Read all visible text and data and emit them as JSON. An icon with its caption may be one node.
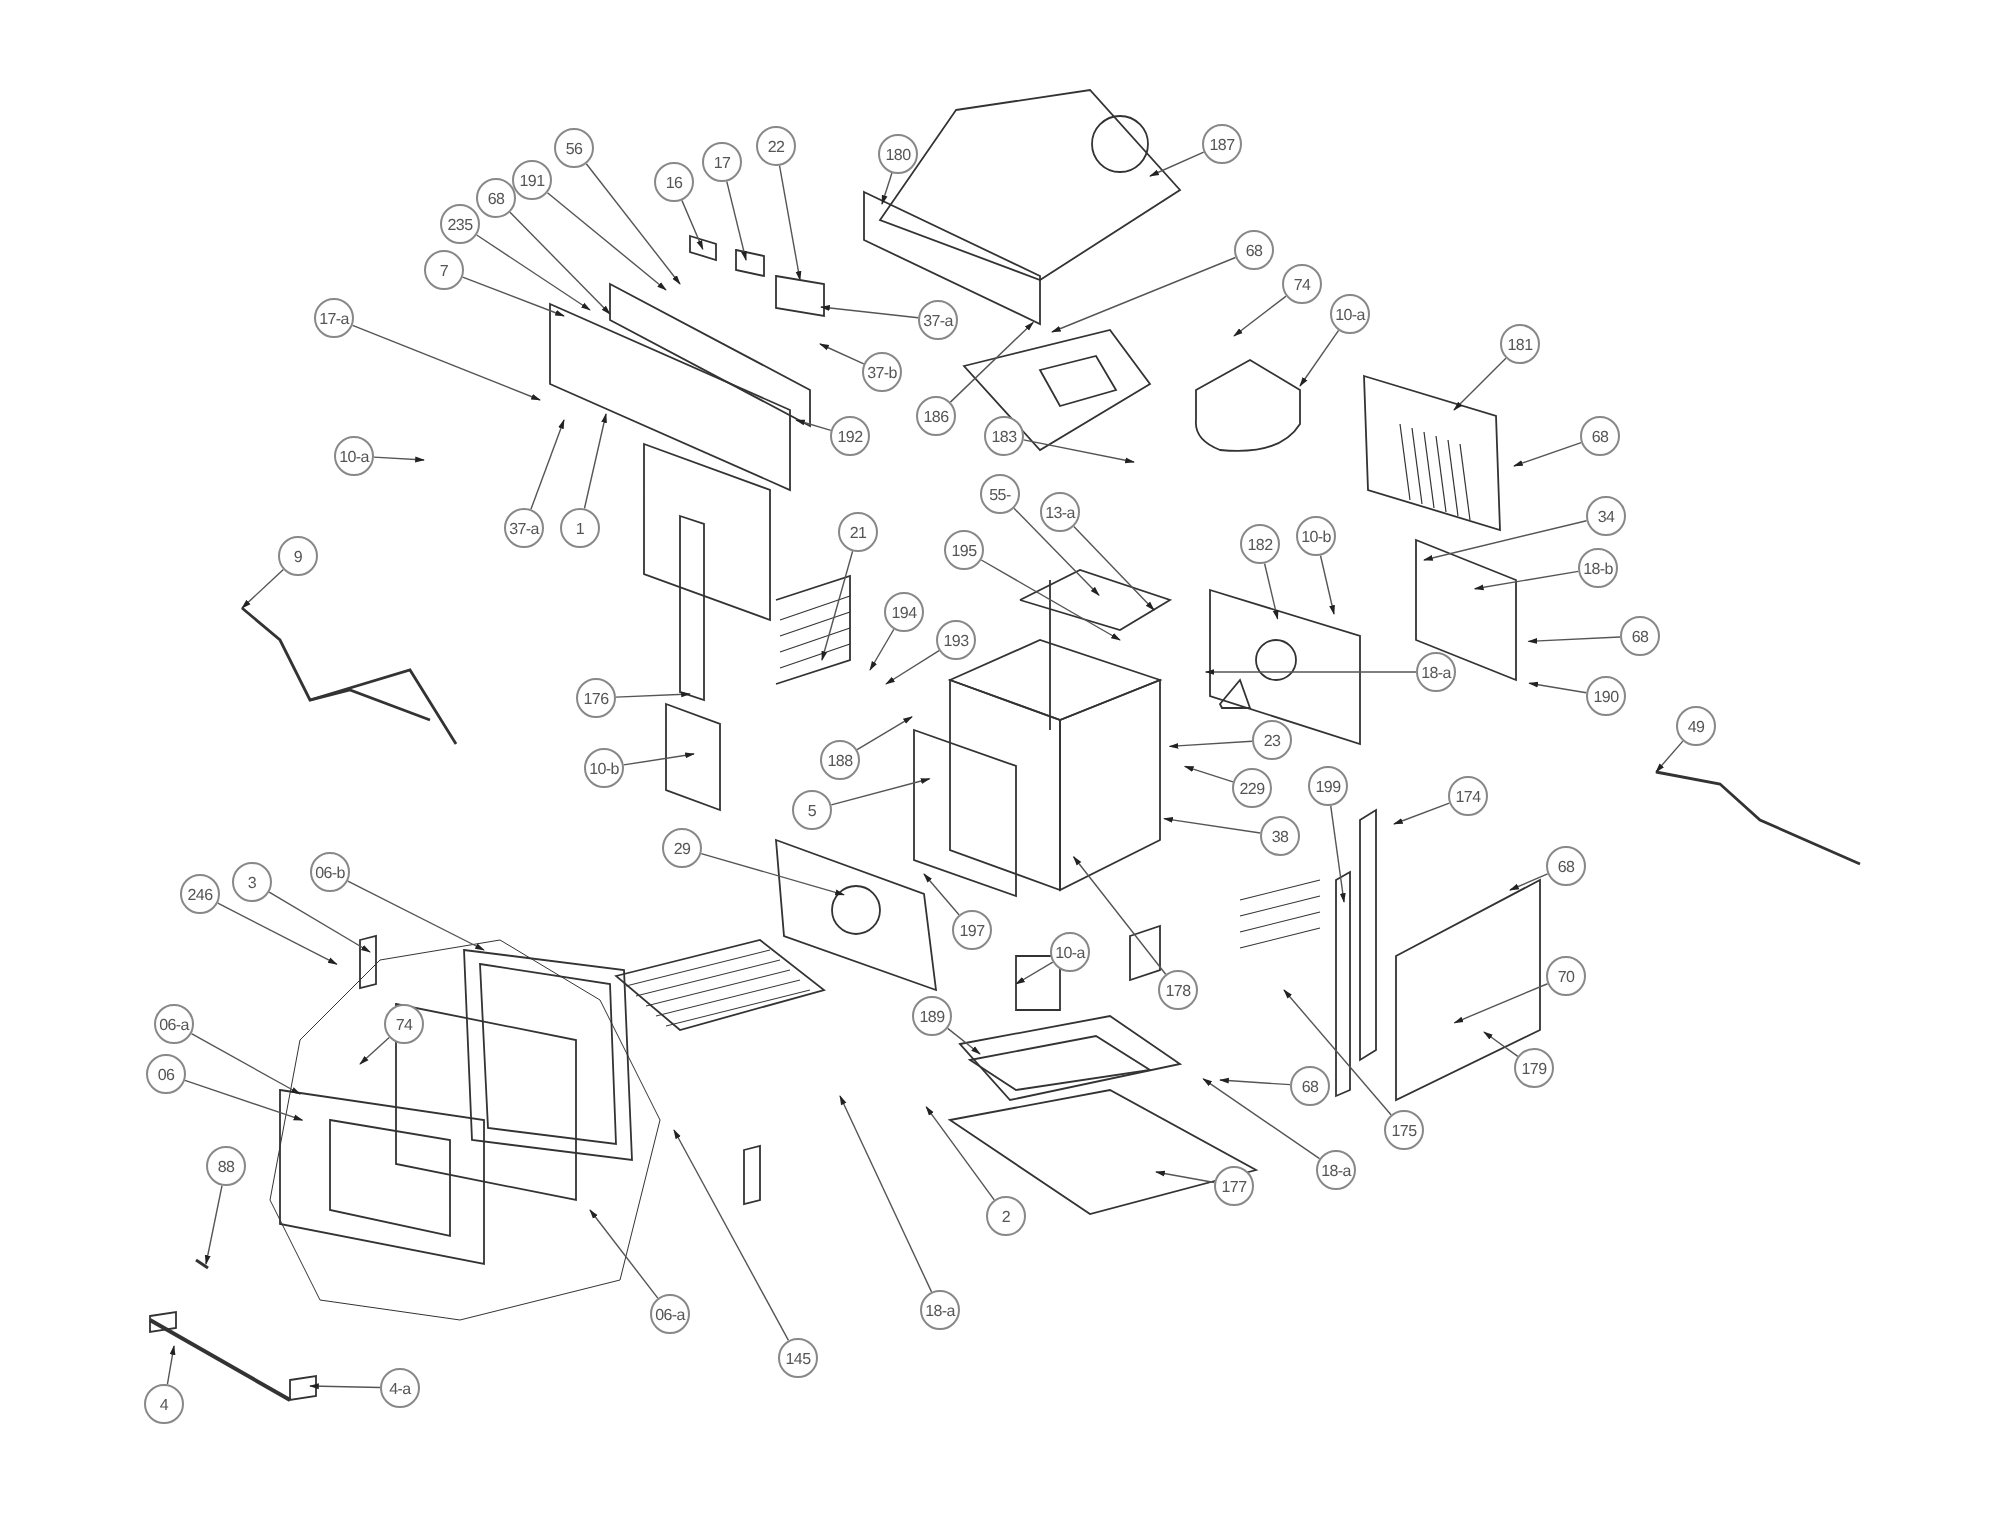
{
  "diagram": {
    "nodes": [
      {
        "text": [
          "22"
        ]
      },
      {
        "text": [
          "180"
        ]
      },
      {
        "text": [
          "187"
        ]
      },
      {
        "text": [
          "56"
        ]
      },
      {
        "text": [
          "17"
        ]
      },
      {
        "text": [
          "191"
        ]
      },
      {
        "text": [
          "16"
        ]
      },
      {
        "text": [
          "68"
        ]
      },
      {
        "text": [
          "235"
        ]
      },
      {
        "text": [
          "7"
        ]
      },
      {
        "text": [
          "68"
        ]
      },
      {
        "text": [
          "74"
        ]
      },
      {
        "text": [
          "10-a"
        ]
      },
      {
        "text": [
          "17-a"
        ]
      },
      {
        "text": [
          "37-a"
        ]
      },
      {
        "text": [
          "181"
        ]
      },
      {
        "text": [
          "37-b"
        ]
      },
      {
        "text": [
          "186"
        ]
      },
      {
        "text": [
          "183"
        ]
      },
      {
        "text": [
          "192"
        ]
      },
      {
        "text": [
          "68"
        ]
      },
      {
        "text": [
          "10-a"
        ]
      },
      {
        "text": [
          "55-"
        ]
      },
      {
        "text": [
          "13-a"
        ]
      },
      {
        "text": [
          "34"
        ]
      },
      {
        "text": [
          "37-a"
        ]
      },
      {
        "text": [
          "1"
        ]
      },
      {
        "text": [
          "21"
        ]
      },
      {
        "text": [
          "10-b"
        ]
      },
      {
        "text": [
          "182"
        ]
      },
      {
        "text": [
          "195"
        ]
      },
      {
        "text": [
          "9"
        ]
      },
      {
        "text": [
          "18-b"
        ]
      },
      {
        "text": [
          "194"
        ]
      },
      {
        "text": [
          "193"
        ]
      },
      {
        "text": [
          "68"
        ]
      },
      {
        "text": [
          "18-a"
        ]
      },
      {
        "text": [
          "190"
        ]
      },
      {
        "text": [
          "176"
        ]
      },
      {
        "text": [
          "49"
        ]
      },
      {
        "text": [
          "23"
        ]
      },
      {
        "text": [
          "10-b"
        ]
      },
      {
        "text": [
          "188"
        ]
      },
      {
        "text": [
          "199"
        ]
      },
      {
        "text": [
          "229"
        ]
      },
      {
        "text": [
          "174"
        ]
      },
      {
        "text": [
          "5"
        ]
      },
      {
        "text": [
          "38"
        ]
      },
      {
        "text": [
          "29"
        ]
      },
      {
        "text": [
          "68"
        ]
      },
      {
        "text": [
          "3"
        ]
      },
      {
        "text": [
          "06-b"
        ]
      },
      {
        "text": [
          "246"
        ]
      },
      {
        "text": [
          "197"
        ]
      },
      {
        "text": [
          "10-a"
        ]
      },
      {
        "text": [
          "70"
        ]
      },
      {
        "text": [
          "178"
        ]
      },
      {
        "text": [
          "189"
        ]
      },
      {
        "text": [
          "74"
        ]
      },
      {
        "text": [
          "06-a"
        ]
      },
      {
        "text": [
          "179"
        ]
      },
      {
        "text": [
          "06"
        ]
      },
      {
        "text": [
          "68"
        ]
      },
      {
        "text": [
          "175"
        ]
      },
      {
        "text": [
          "18-a"
        ]
      },
      {
        "text": [
          "88"
        ]
      },
      {
        "text": [
          "177"
        ]
      },
      {
        "text": [
          "2"
        ]
      },
      {
        "text": [
          "18-a"
        ]
      },
      {
        "text": [
          "06-a"
        ]
      },
      {
        "text": [
          "145"
        ]
      },
      {
        "text": [
          "4-a"
        ]
      },
      {
        "text": [
          "4"
        ]
      }
    ],
    "edges": [
      {
        "from": 0,
        "to": null,
        "arrow": "to"
      },
      {
        "from": 1,
        "to": null,
        "arrow": "to"
      },
      {
        "from": 2,
        "to": null,
        "arrow": "to"
      },
      {
        "from": 3,
        "to": null,
        "arrow": "to"
      },
      {
        "from": 4,
        "to": null,
        "arrow": "to"
      },
      {
        "from": 5,
        "to": null,
        "arrow": "to"
      },
      {
        "from": 6,
        "to": null,
        "arrow": "to"
      },
      {
        "from": 7,
        "to": null,
        "arrow": "to"
      },
      {
        "from": 8,
        "to": null,
        "arrow": "to"
      },
      {
        "from": 9,
        "to": null,
        "arrow": "to"
      },
      {
        "from": 10,
        "to": null,
        "arrow": "to"
      },
      {
        "from": 11,
        "to": null,
        "arrow": "to"
      },
      {
        "from": 12,
        "to": null,
        "arrow": "to"
      },
      {
        "from": 13,
        "to": null,
        "arrow": "to"
      },
      {
        "from": 14,
        "to": null,
        "arrow": "to"
      },
      {
        "from": 15,
        "to": null,
        "arrow": "to"
      },
      {
        "from": 16,
        "to": null,
        "arrow": "to"
      },
      {
        "from": 17,
        "to": null,
        "arrow": "to"
      },
      {
        "from": 18,
        "to": null,
        "arrow": "to"
      },
      {
        "from": 19,
        "to": null,
        "arrow": "to"
      },
      {
        "from": 20,
        "to": null,
        "arrow": "to"
      },
      {
        "from": 21,
        "to": null,
        "arrow": "to"
      },
      {
        "from": 22,
        "to": null,
        "arrow": "to"
      },
      {
        "from": 23,
        "to": null,
        "arrow": "to"
      },
      {
        "from": 24,
        "to": null,
        "arrow": "to"
      },
      {
        "from": 25,
        "to": null,
        "arrow": "to"
      },
      {
        "from": 26,
        "to": null,
        "arrow": "to"
      },
      {
        "from": 27,
        "to": null,
        "arrow": "to"
      },
      {
        "from": 28,
        "to": null,
        "arrow": "to"
      },
      {
        "from": 29,
        "to": null,
        "arrow": "to"
      },
      {
        "from": 30,
        "to": null,
        "arrow": "to"
      },
      {
        "from": 31,
        "to": null,
        "arrow": "to"
      },
      {
        "from": 32,
        "to": null,
        "arrow": "to"
      },
      {
        "from": 33,
        "to": null,
        "arrow": "to"
      },
      {
        "from": 34,
        "to": null,
        "arrow": "to"
      },
      {
        "from": 35,
        "to": null,
        "arrow": "to"
      },
      {
        "from": 36,
        "to": null,
        "arrow": "to"
      },
      {
        "from": 37,
        "to": null,
        "arrow": "to"
      },
      {
        "from": 38,
        "to": null,
        "arrow": "to"
      },
      {
        "from": 39,
        "to": null,
        "arrow": "to"
      },
      {
        "from": 40,
        "to": null,
        "arrow": "to"
      },
      {
        "from": 41,
        "to": null,
        "arrow": "to"
      },
      {
        "from": 42,
        "to": null,
        "arrow": "to"
      },
      {
        "from": 43,
        "to": null,
        "arrow": "to"
      },
      {
        "from": 44,
        "to": null,
        "arrow": "to"
      },
      {
        "from": 45,
        "to": null,
        "arrow": "to"
      },
      {
        "from": 46,
        "to": null,
        "arrow": "to"
      },
      {
        "from": 47,
        "to": null,
        "arrow": "to"
      },
      {
        "from": 48,
        "to": null,
        "arrow": "to"
      },
      {
        "from": 49,
        "to": null,
        "arrow": "to"
      },
      {
        "from": 50,
        "to": null,
        "arrow": "to"
      },
      {
        "from": 51,
        "to": null,
        "arrow": "to"
      },
      {
        "from": 52,
        "to": null,
        "arrow": "to"
      },
      {
        "from": 53,
        "to": null,
        "arrow": "to"
      },
      {
        "from": 54,
        "to": null,
        "arrow": "to"
      },
      {
        "from": 55,
        "to": null,
        "arrow": "to"
      },
      {
        "from": 56,
        "to": null,
        "arrow": "to"
      },
      {
        "from": 57,
        "to": null,
        "arrow": "to"
      },
      {
        "from": 58,
        "to": null,
        "arrow": "to"
      },
      {
        "from": 59,
        "to": null,
        "arrow": "to"
      },
      {
        "from": 60,
        "to": null,
        "arrow": "to"
      },
      {
        "from": 61,
        "to": null,
        "arrow": "to"
      },
      {
        "from": 62,
        "to": null,
        "arrow": "to"
      },
      {
        "from": 63,
        "to": null,
        "arrow": "to"
      },
      {
        "from": 64,
        "to": null,
        "arrow": "to"
      },
      {
        "from": 65,
        "to": null,
        "arrow": "to"
      },
      {
        "from": 66,
        "to": null,
        "arrow": "to"
      },
      {
        "from": 67,
        "to": null,
        "arrow": "to"
      },
      {
        "from": 68,
        "to": null,
        "arrow": "to"
      },
      {
        "from": 69,
        "to": null,
        "arrow": "to"
      },
      {
        "from": 70,
        "to": null,
        "arrow": "to"
      },
      {
        "from": 71,
        "to": null,
        "arrow": "to"
      },
      {
        "from": 72,
        "to": null,
        "arrow": "to"
      }
    ]
  }
}
